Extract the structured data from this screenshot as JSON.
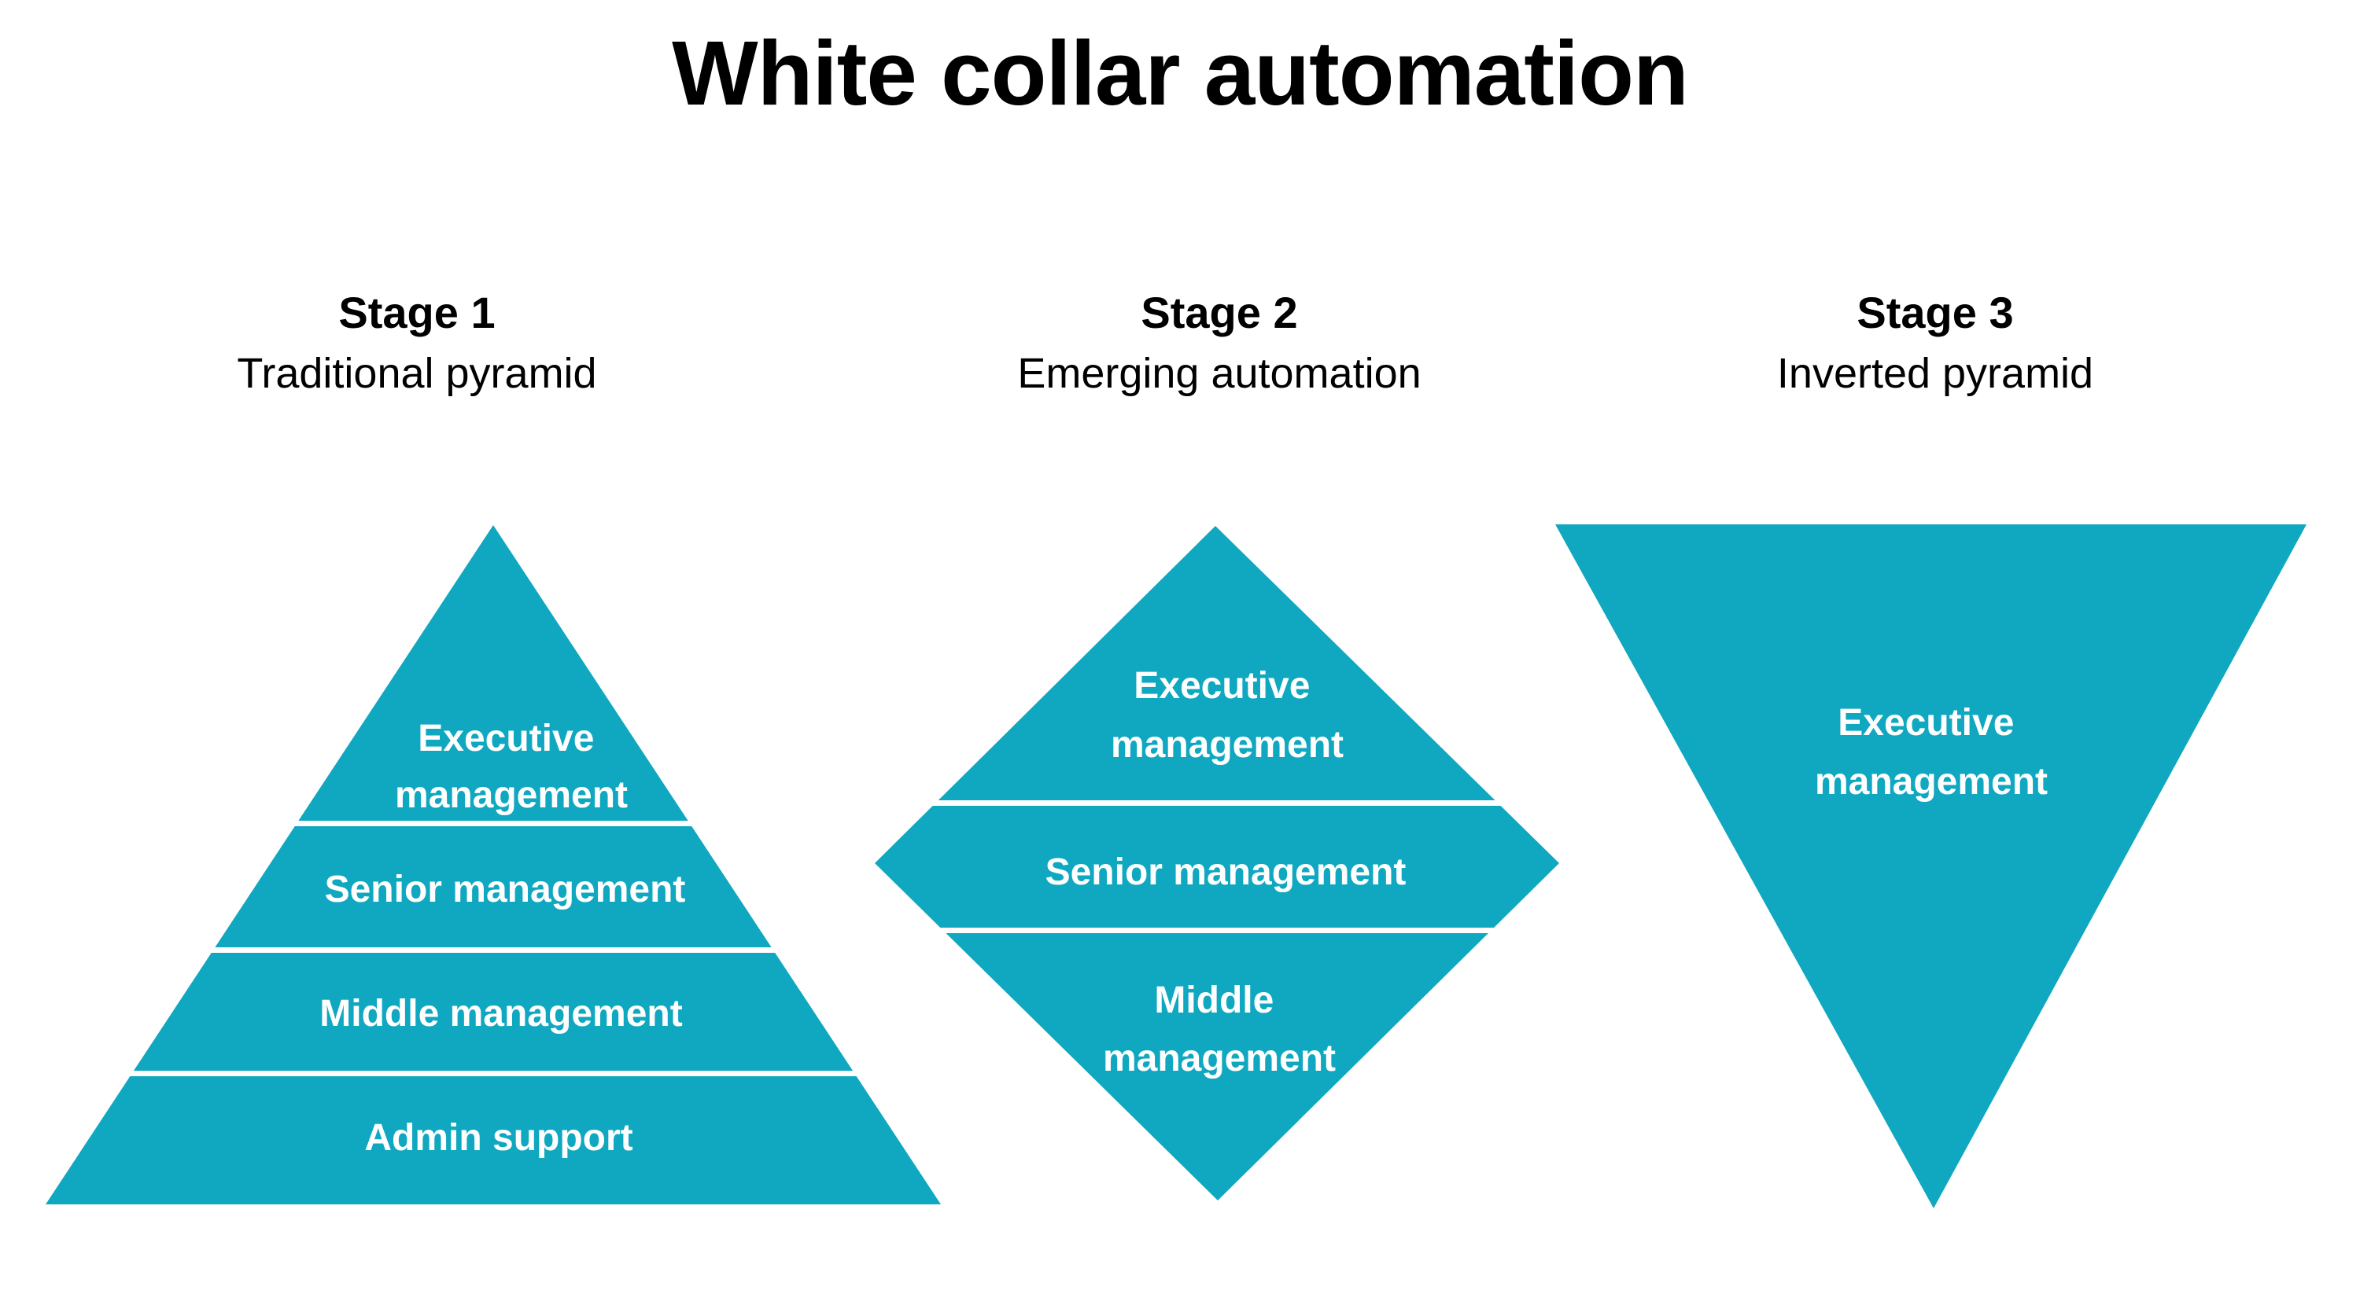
{
  "page": {
    "title": "White collar automation",
    "background_color": "#ffffff",
    "accent_color": "#0FA8C0",
    "text_color": "#000000",
    "band_text_color": "#ffffff"
  },
  "stages": [
    {
      "id": "stage-1",
      "label": "Stage 1",
      "subtitle": "Traditional pyramid",
      "shape": "pyramid",
      "bands": [
        {
          "id": "band-executive-management",
          "lines": [
            "Executive",
            "management"
          ]
        },
        {
          "id": "band-senior-management",
          "lines": [
            "Senior management"
          ]
        },
        {
          "id": "band-middle-management",
          "lines": [
            "Middle management"
          ]
        },
        {
          "id": "band-admin-support",
          "lines": [
            "Admin support"
          ]
        }
      ]
    },
    {
      "id": "stage-2",
      "label": "Stage 2",
      "subtitle": "Emerging automation",
      "shape": "diamond",
      "bands": [
        {
          "id": "band-executive-management",
          "lines": [
            "Executive",
            "management"
          ]
        },
        {
          "id": "band-senior-management",
          "lines": [
            "Senior management"
          ]
        },
        {
          "id": "band-middle-management",
          "lines": [
            "Middle",
            "management"
          ]
        }
      ]
    },
    {
      "id": "stage-3",
      "label": "Stage 3",
      "subtitle": "Inverted pyramid",
      "shape": "inverted-pyramid",
      "bands": [
        {
          "id": "band-executive-management",
          "lines": [
            "Executive",
            "management"
          ]
        }
      ]
    }
  ],
  "chart_data": {
    "type": "diagram",
    "title": "White collar automation",
    "categories": [
      "Stage 1",
      "Stage 2",
      "Stage 3"
    ],
    "series": [
      {
        "name": "Stage 1 — Traditional pyramid",
        "shape": "pyramid",
        "levels": [
          "Executive management",
          "Senior management",
          "Middle management",
          "Admin support"
        ]
      },
      {
        "name": "Stage 2 — Emerging automation",
        "shape": "diamond",
        "levels": [
          "Executive management",
          "Senior management",
          "Middle management"
        ]
      },
      {
        "name": "Stage 3 — Inverted pyramid",
        "shape": "inverted-pyramid",
        "levels": [
          "Executive management"
        ]
      }
    ]
  }
}
